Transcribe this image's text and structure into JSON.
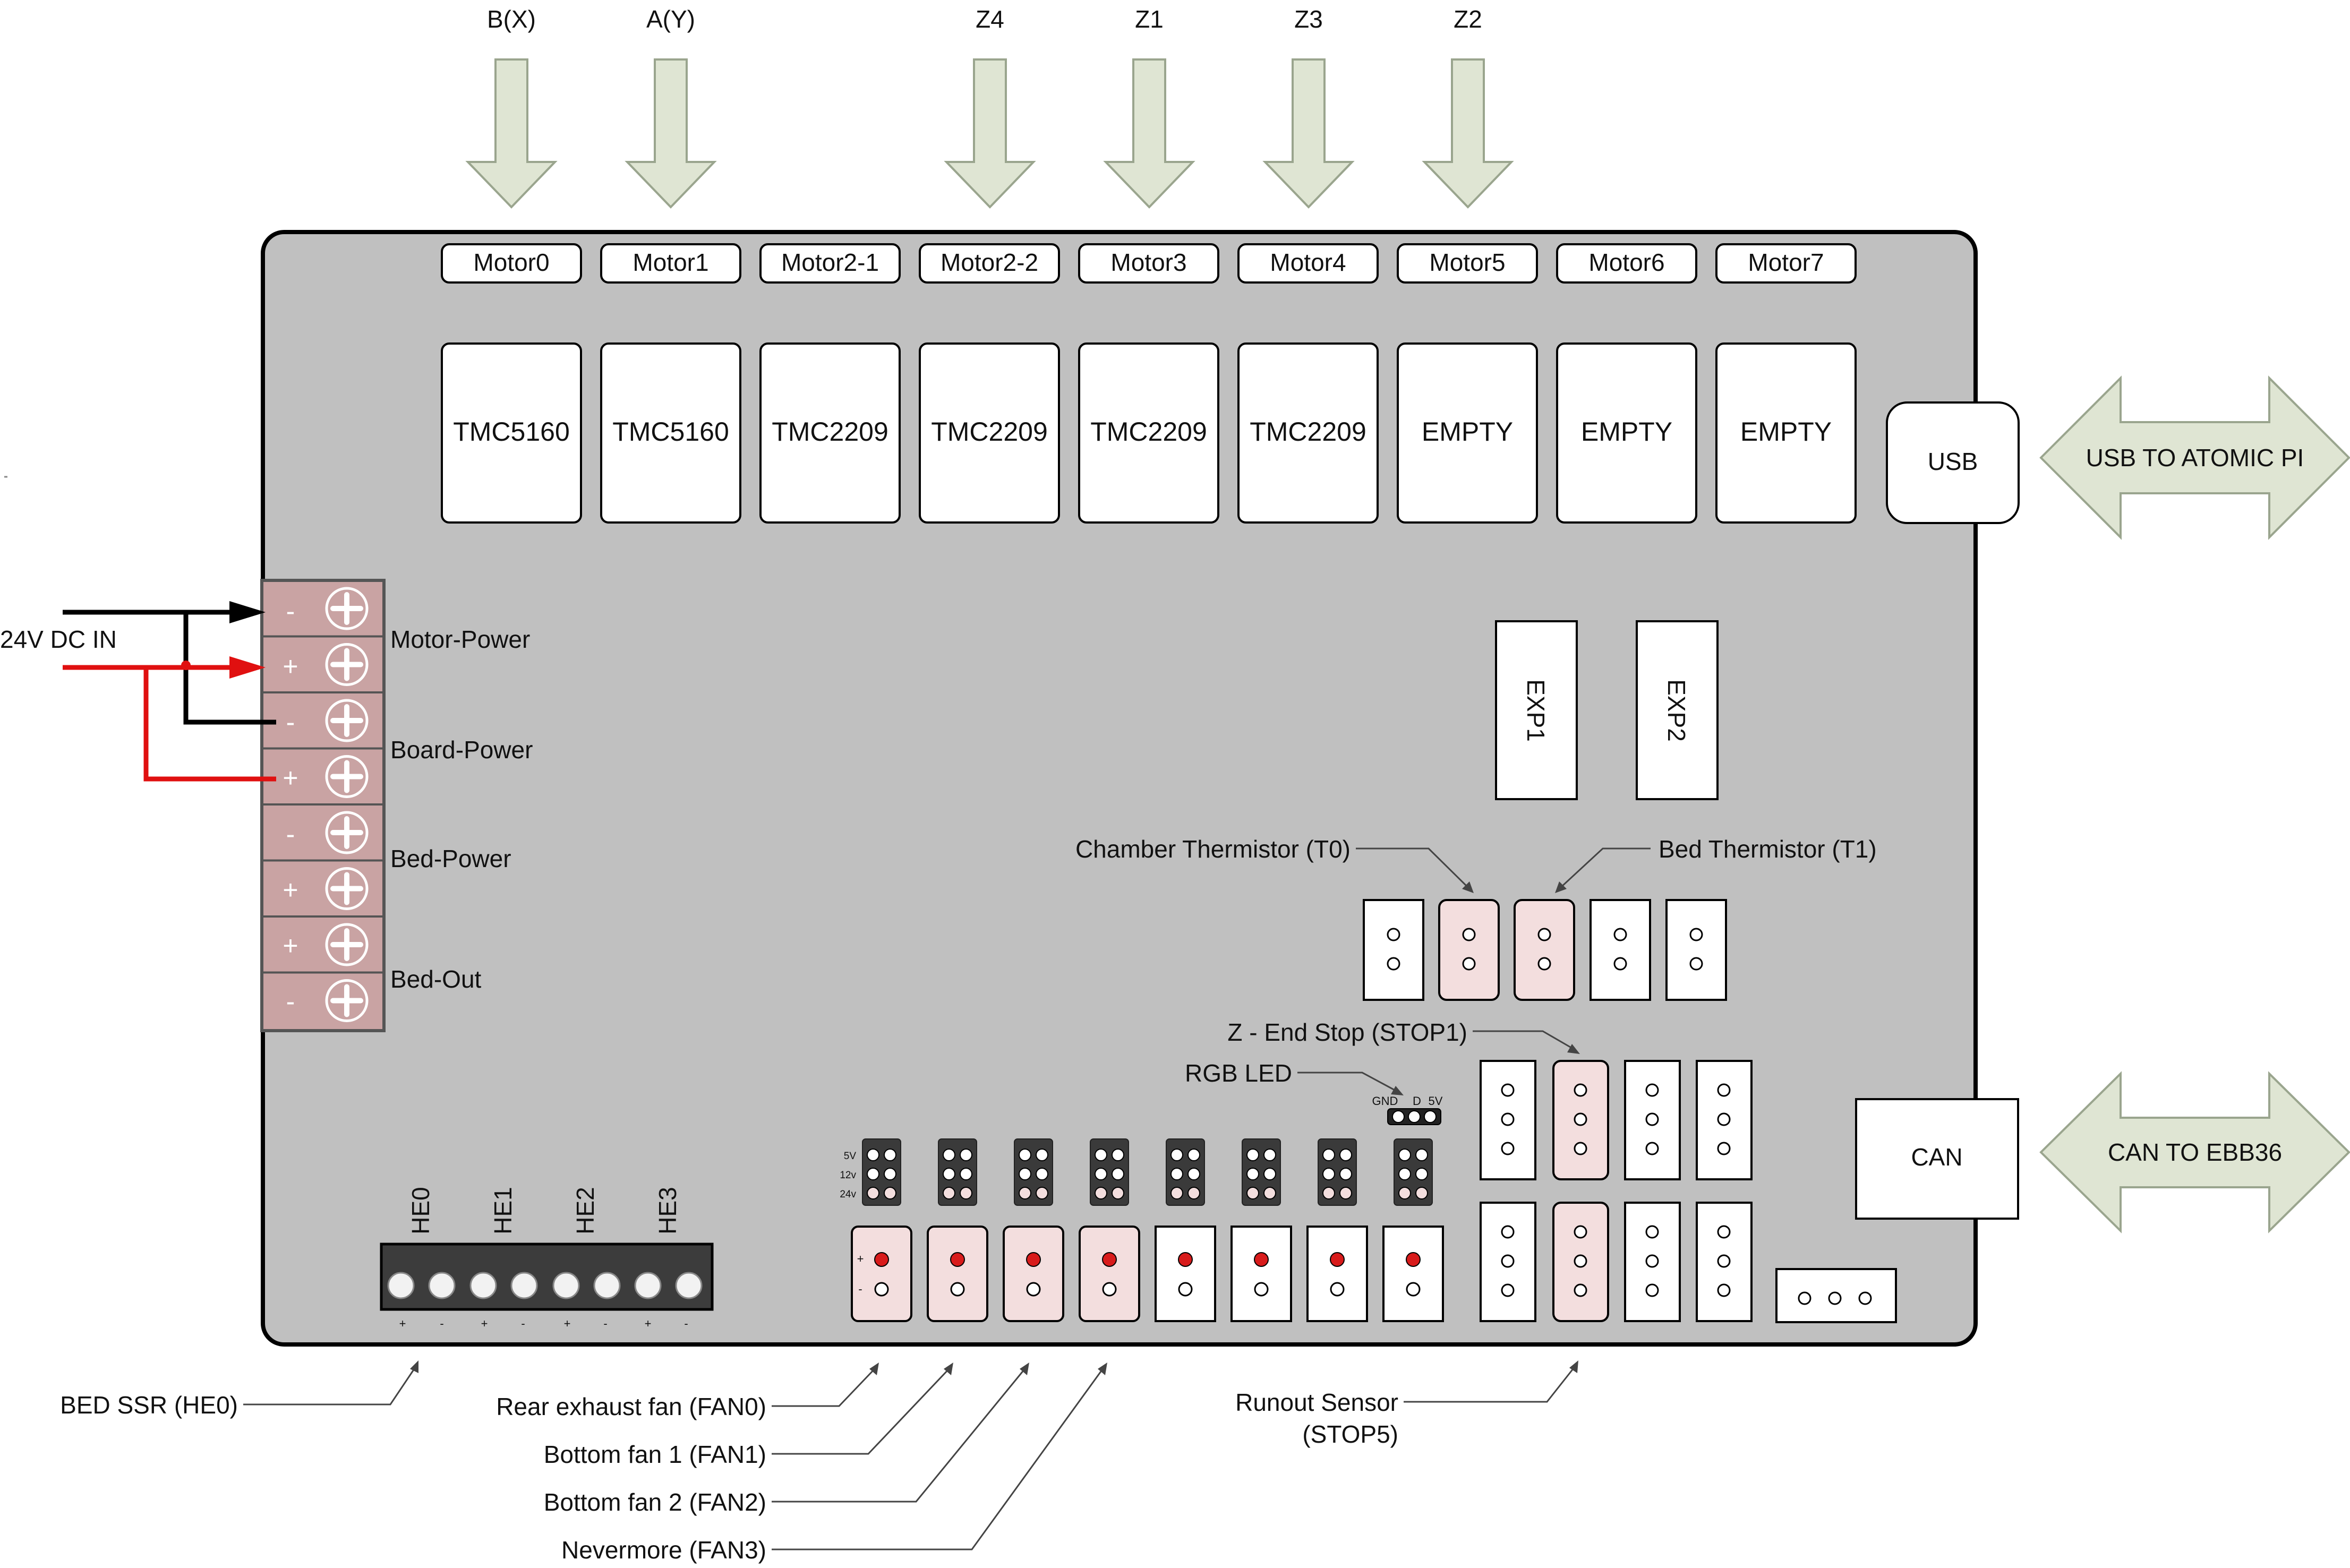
{
  "diagram": {
    "arrow_labels": [
      "B(X)",
      "A(Y)",
      "Z4",
      "Z1",
      "Z3",
      "Z2"
    ],
    "motor_labels": [
      "Motor0",
      "Motor1",
      "Motor2-1",
      "Motor2-2",
      "Motor3",
      "Motor4",
      "Motor5",
      "Motor6",
      "Motor7"
    ],
    "drivers": [
      "TMC5160",
      "TMC5160",
      "TMC2209",
      "TMC2209",
      "TMC2209",
      "TMC2209",
      "EMPTY",
      "EMPTY",
      "EMPTY"
    ],
    "usb": {
      "port": "USB",
      "arrow": "USB TO ATOMIC PI"
    },
    "can": {
      "port": "CAN",
      "arrow": "CAN TO EBB36"
    },
    "exp": [
      "EXP1",
      "EXP2"
    ],
    "power": {
      "input": "24V DC IN",
      "groups": [
        "Motor-Power",
        "Board-Power",
        "Bed-Power",
        "Bed-Out"
      ],
      "polarity": [
        "-",
        "+",
        "-",
        "+",
        "-",
        "+",
        "+",
        "-"
      ]
    },
    "thermistors": {
      "chamber": "Chamber Thermistor (T0)",
      "bed": "Bed Thermistor (T1)"
    },
    "endstop": "Z - End Stop (STOP1)",
    "rgb": {
      "label": "RGB LED",
      "pins": [
        "GND",
        "D",
        "5V"
      ]
    },
    "heaters": {
      "names": [
        "HE0",
        "HE1",
        "HE2",
        "HE3"
      ],
      "polarity": [
        "+",
        "-",
        "+",
        "-",
        "+",
        "-",
        "+",
        "-"
      ]
    },
    "fan_voltage": [
      "5V",
      "12v",
      "24v"
    ],
    "fan_polarity": [
      "+",
      "-"
    ],
    "callouts": {
      "bed_ssr": "BED SSR (HE0)",
      "fan0": "Rear exhaust fan (FAN0)",
      "fan1": "Bottom fan 1 (FAN1)",
      "fan2": "Bottom fan 2 (FAN2)",
      "fan3": "Nevermore (FAN3)",
      "runout_1": "Runout Sensor",
      "runout_2": "(STOP5)"
    },
    "colors": {
      "board": "#c0c0c0",
      "arrow_fill": "#dfe5d3",
      "arrow_stroke": "#9aa58e",
      "terminal": "#c9a3a3",
      "highlight": "#f3dede",
      "pin_red": "#d81b1b",
      "wire_red": "#e01010",
      "wire_black": "#000000"
    }
  }
}
